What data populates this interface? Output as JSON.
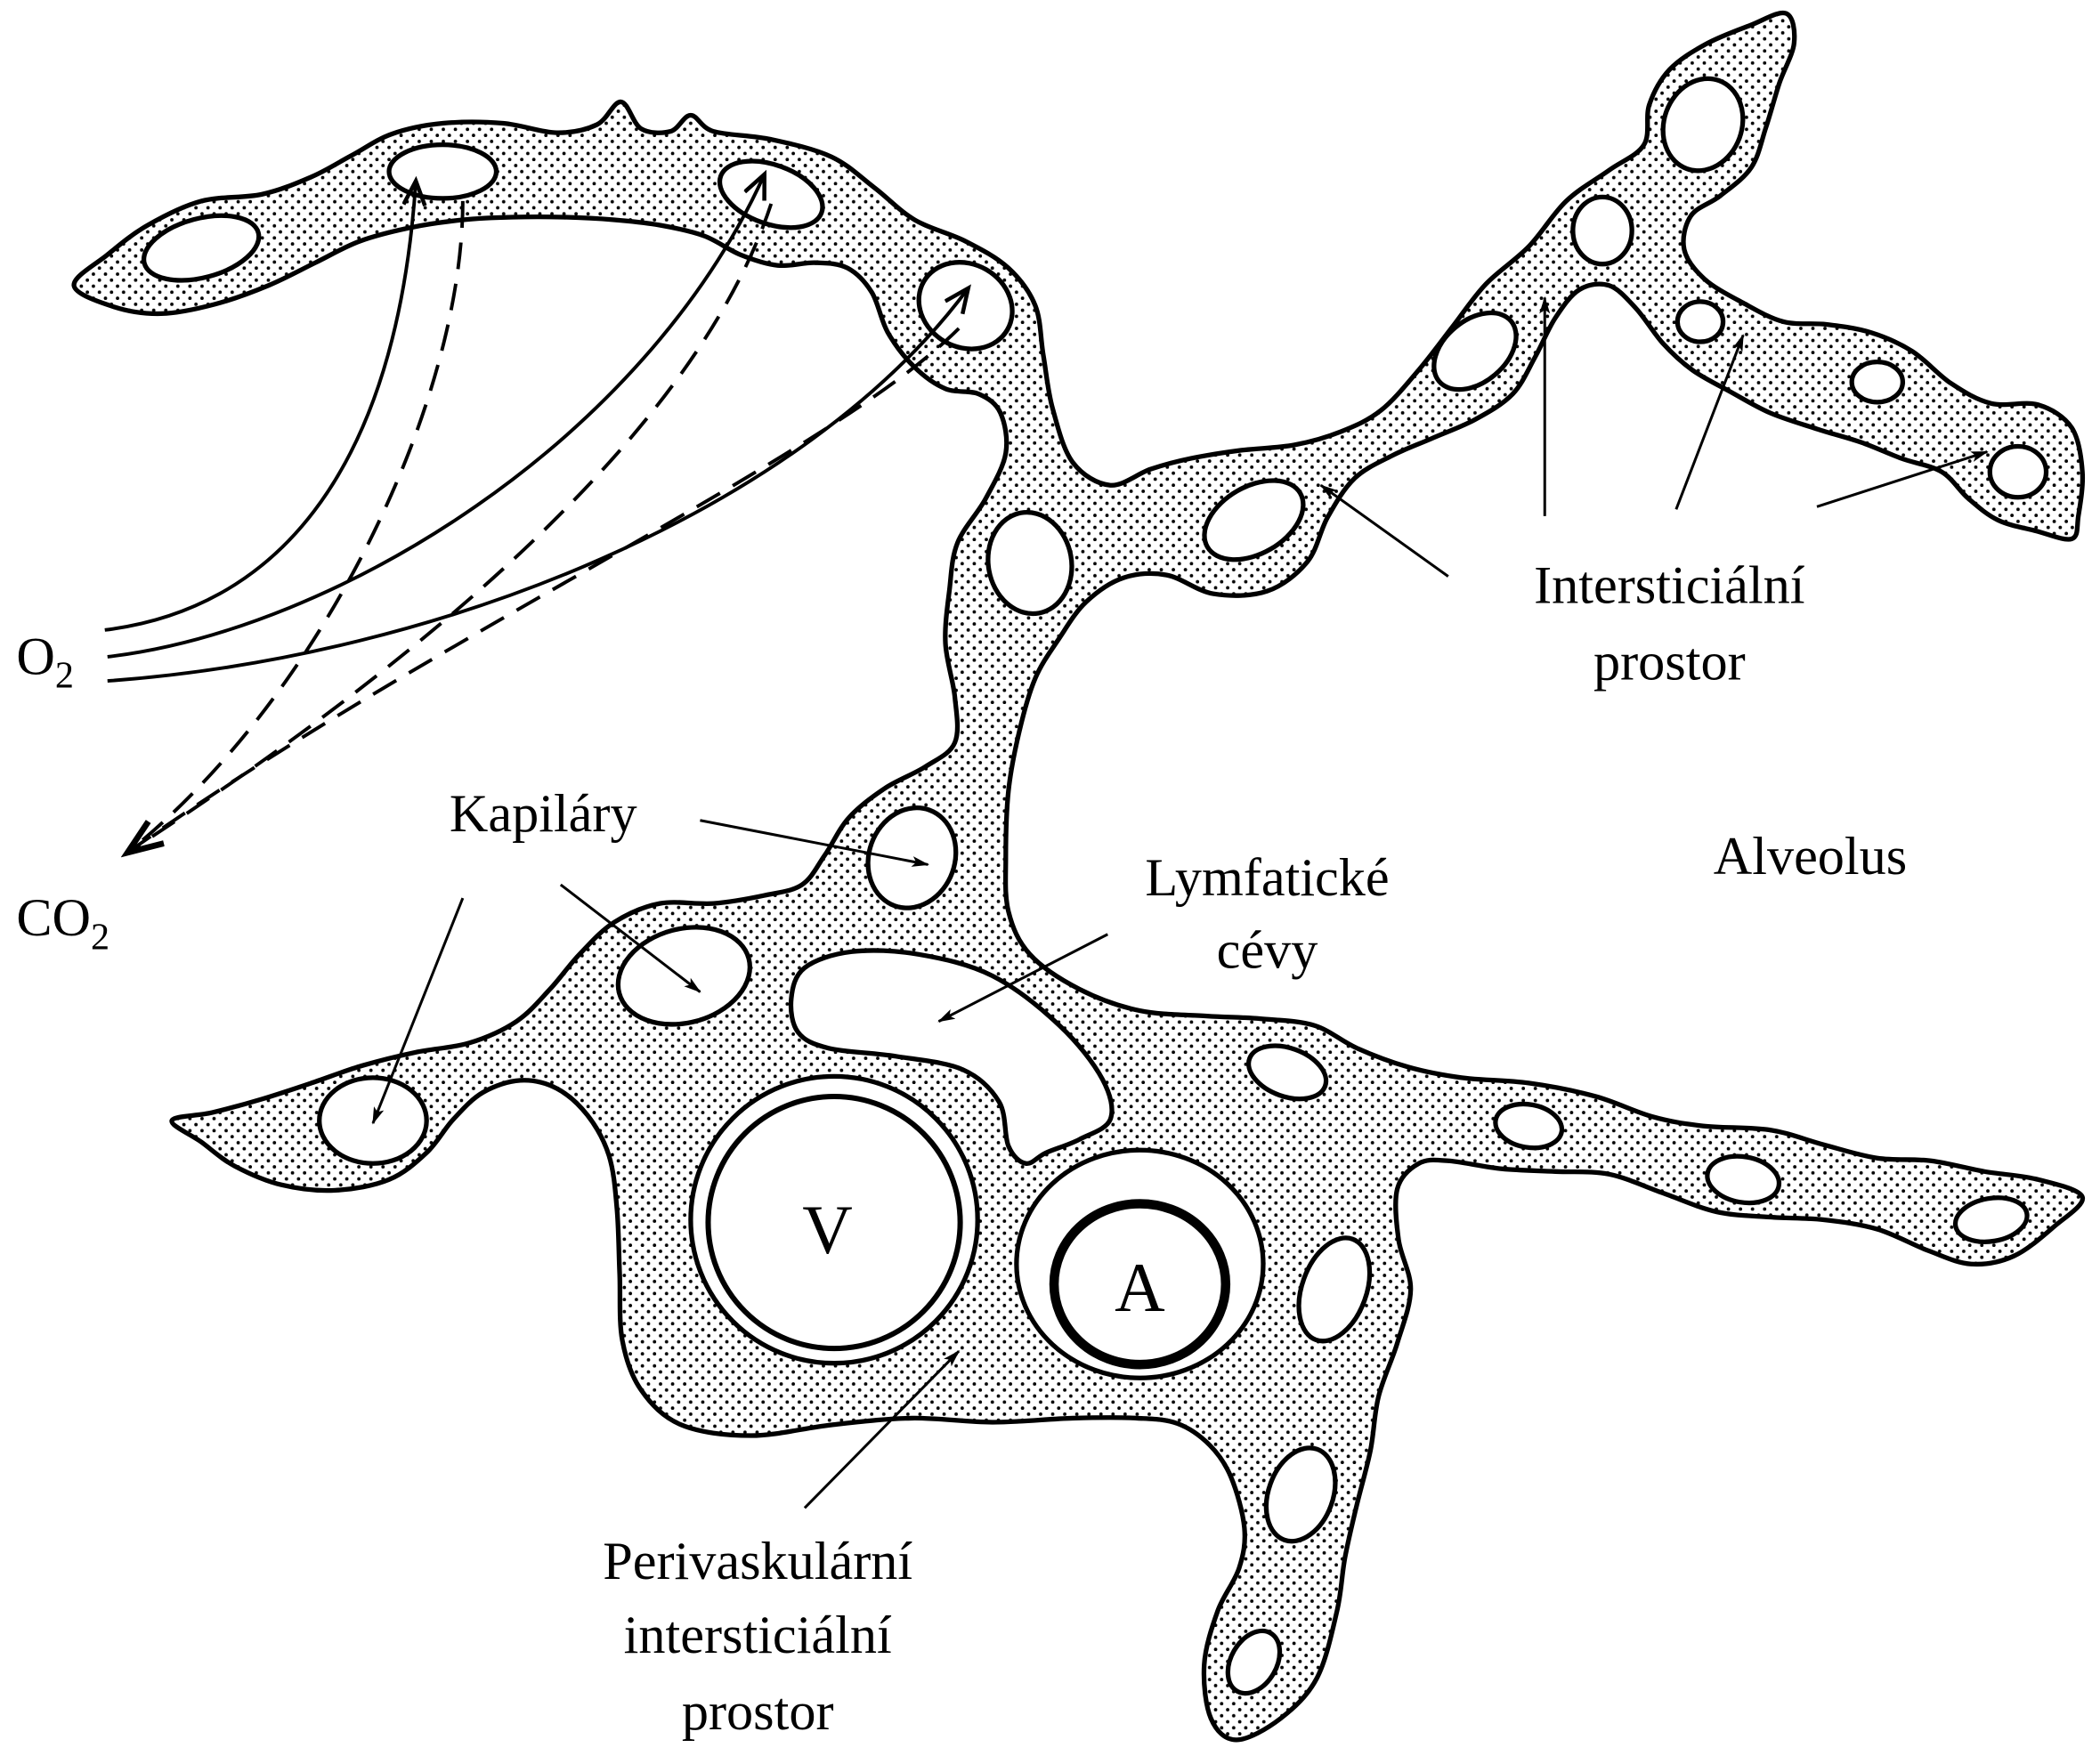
{
  "labels": {
    "oxygen": {
      "base": "O",
      "sub": "2"
    },
    "carbon_dioxide": {
      "base": "CO",
      "sub": "2"
    },
    "capillaries": "Kapiláry",
    "lymphatic_vessels": [
      "Lymfatické",
      "cévy"
    ],
    "alveolus": "Alveolus",
    "interstitial_space": [
      "Intersticiální",
      "prostor"
    ],
    "perivascular_space": [
      "Perivaskulární",
      "intersticiální",
      "prostor"
    ],
    "vein": "V",
    "artery": "A"
  }
}
